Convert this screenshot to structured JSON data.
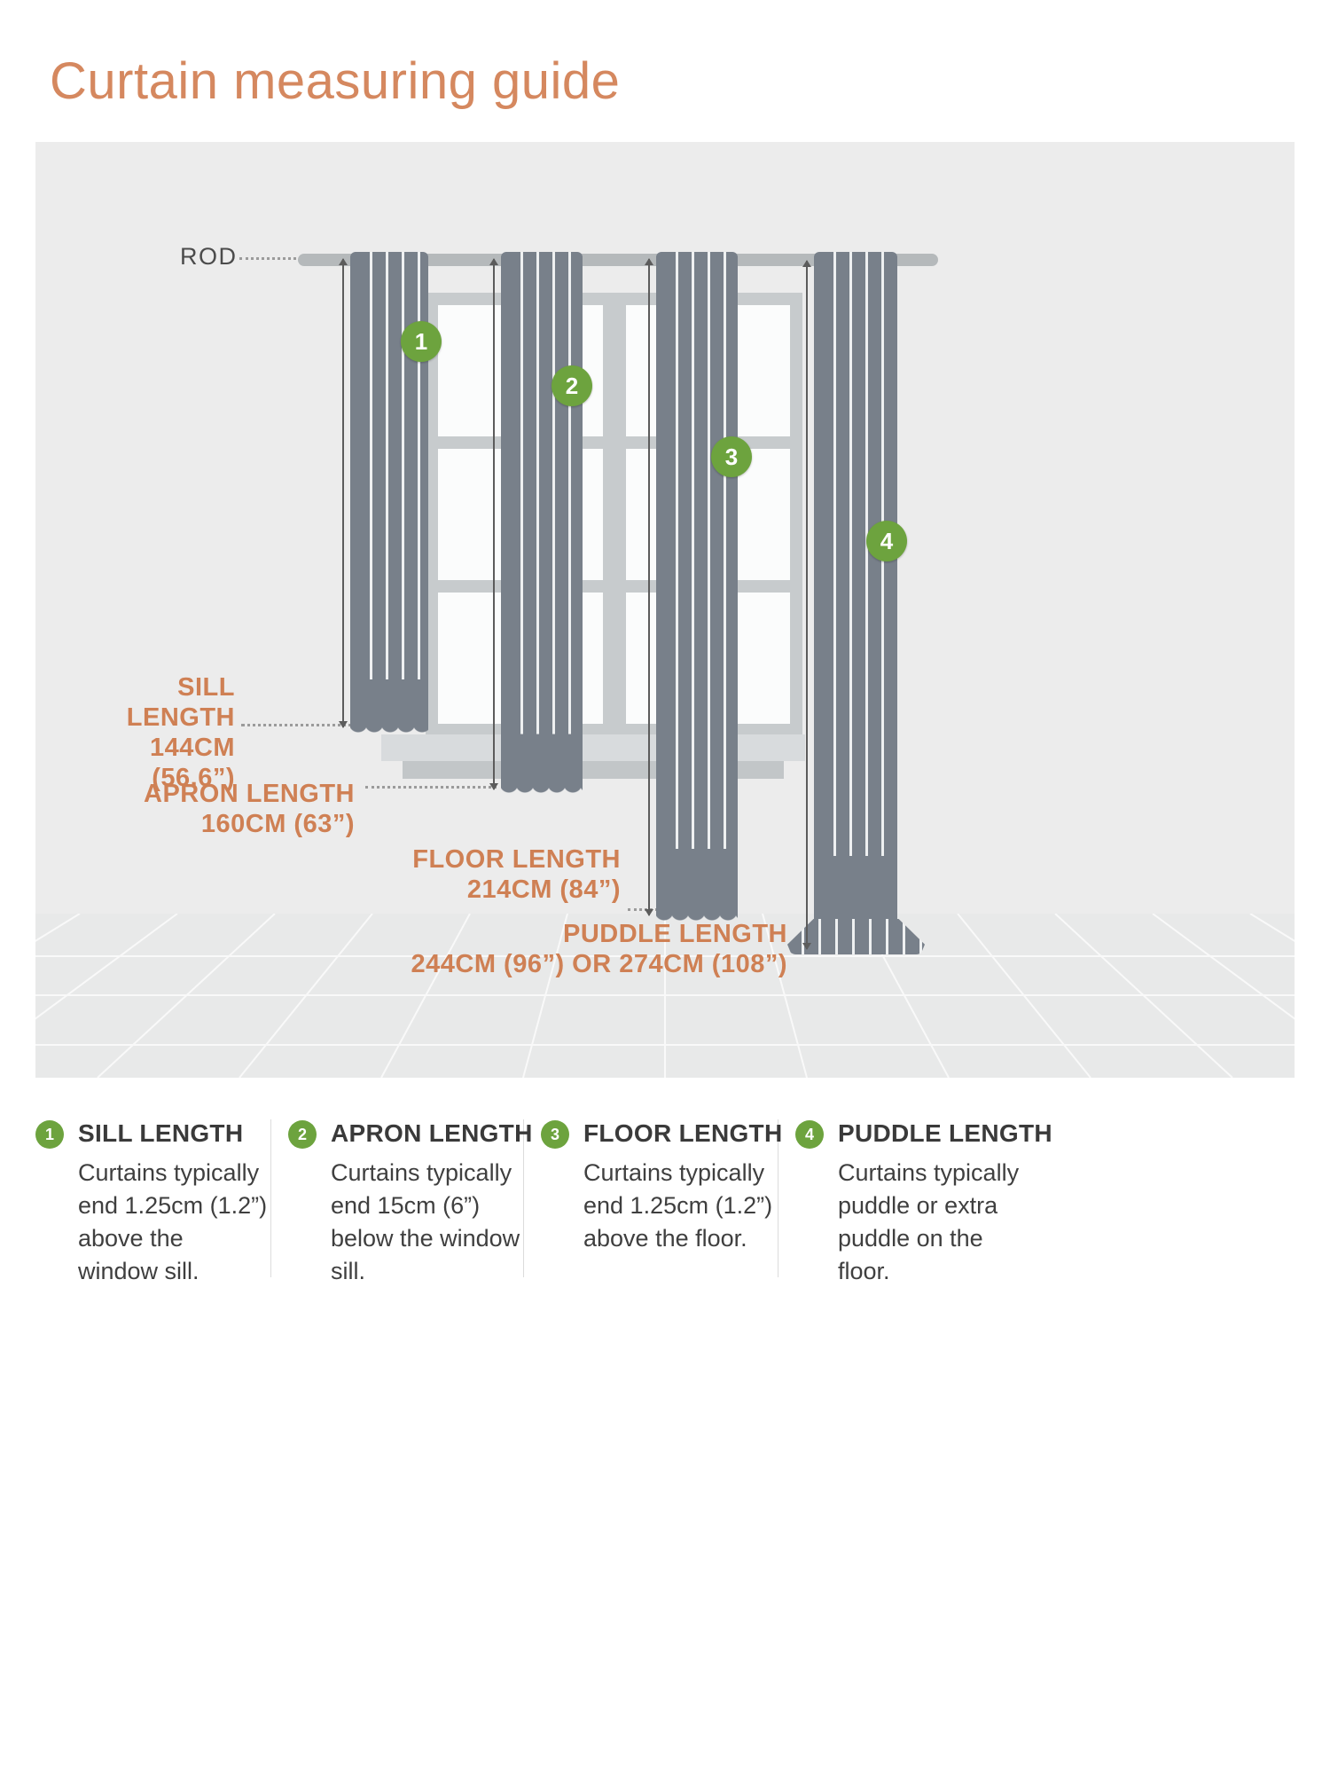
{
  "page": {
    "title": "Curtain measuring guide"
  },
  "diagram": {
    "rod_label": "ROD",
    "measurements": [
      {
        "num": "1",
        "label": "SILL LENGTH",
        "value": "144CM (56.6”)"
      },
      {
        "num": "2",
        "label": "APRON LENGTH",
        "value": "160CM (63”)"
      },
      {
        "num": "3",
        "label": "FLOOR LENGTH",
        "value": "214CM (84”)"
      },
      {
        "num": "4",
        "label": "PUDDLE LENGTH",
        "value": "244CM (96”) OR 274CM (108”)"
      }
    ]
  },
  "legend": {
    "items": [
      {
        "num": "1",
        "title": "SILL LENGTH",
        "description": "Curtains typically end 1.25cm (1.2”) above the window sill."
      },
      {
        "num": "2",
        "title": "APRON LENGTH",
        "description": "Curtains typically end 15cm (6”) below the window sill."
      },
      {
        "num": "3",
        "title": "FLOOR LENGTH",
        "description": "Curtains typically end 1.25cm (1.2”) above the floor."
      },
      {
        "num": "4",
        "title": "PUDDLE LENGTH",
        "description": "Curtains typically puddle or extra puddle on the floor."
      }
    ]
  },
  "colors": {
    "accent": "#d5885f",
    "badge_green": "#6da33e",
    "curtain_gray": "#78808a",
    "diagram_bg": "#ececec"
  }
}
